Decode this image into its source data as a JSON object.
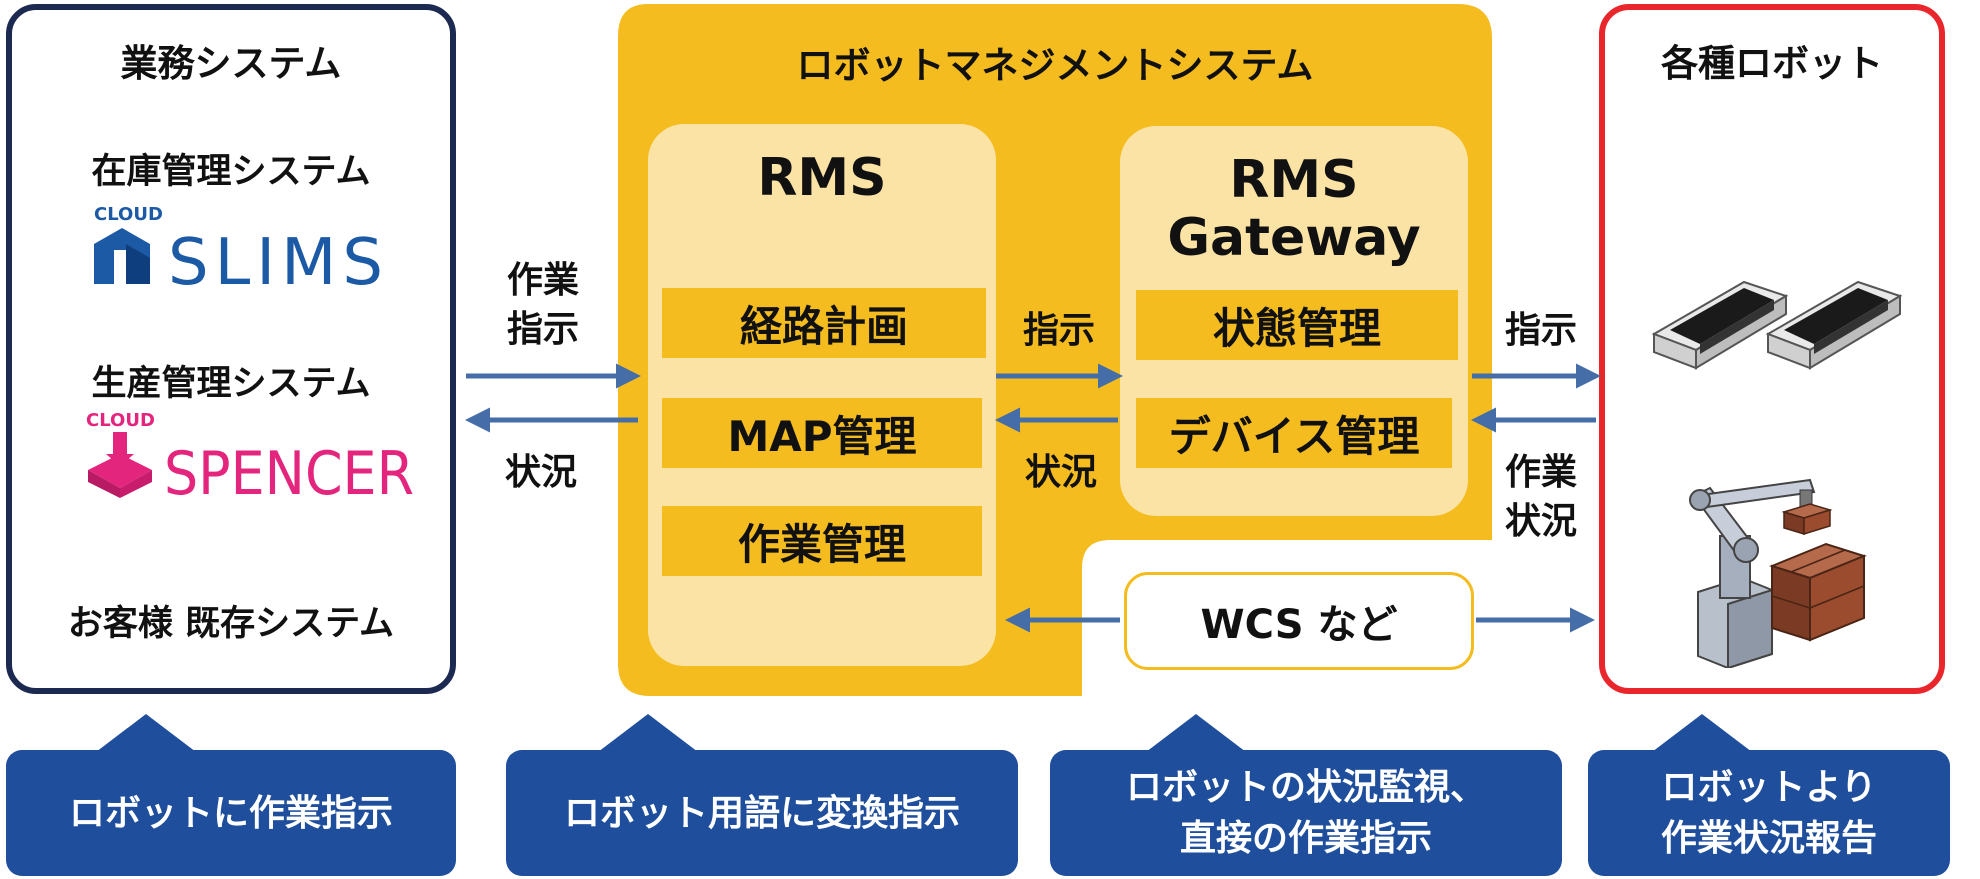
{
  "left_panel": {
    "title": "業務システム",
    "systems": [
      {
        "name": "在庫管理システム",
        "logo_small": "CLOUD",
        "logo_main": "SLIMS",
        "logo_color": "#1c5aa6"
      },
      {
        "name": "生産管理システム",
        "logo_small": "CLOUD",
        "logo_main": "SPENCER",
        "logo_color": "#e4257d"
      }
    ],
    "existing": "お客様 既存システム"
  },
  "center_panel": {
    "title": "ロボットマネジメントシステム",
    "rms": {
      "title": "RMS",
      "functions": [
        "経路計画",
        "MAP管理",
        "作業管理"
      ]
    },
    "gateway": {
      "title_line1": "RMS",
      "title_line2": "Gateway",
      "functions": [
        "状態管理",
        "デバイス管理"
      ]
    },
    "wcs": "WCS など"
  },
  "right_panel": {
    "title": "各種ロボット",
    "robots": [
      "agv-robot-icon",
      "agv-robot-icon",
      "robot-arm-icon"
    ]
  },
  "flows": {
    "left_to_rms_line1": "作業",
    "left_to_rms_line2": "指示",
    "rms_to_left": "状況",
    "rms_to_gateway": "指示",
    "gateway_to_rms": "状況",
    "gateway_to_robot": "指示",
    "robot_to_gateway_line1": "作業",
    "robot_to_gateway_line2": "状況"
  },
  "bubbles": [
    {
      "line1": "ロボットに作業指示",
      "line2": ""
    },
    {
      "line1": "ロボット用語に変換指示",
      "line2": ""
    },
    {
      "line1": "ロボットの状況監視、",
      "line2": "直接の作業指示"
    },
    {
      "line1": "ロボットより",
      "line2": "作業状況報告"
    }
  ],
  "colors": {
    "yellow": "#f4bc1f",
    "light_yellow": "#fae3a4",
    "navy_border": "#1c2a52",
    "red_border": "#e8262b",
    "arrow": "#456ea8",
    "bubble": "#1e4e9c"
  }
}
